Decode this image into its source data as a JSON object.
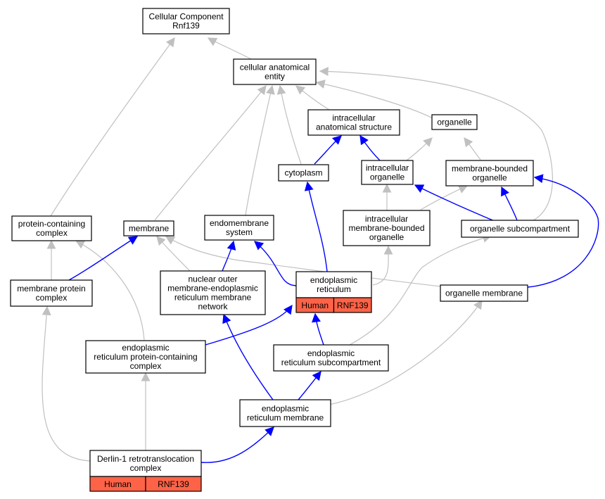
{
  "diagram": {
    "title_lines": [
      "Cellular Component",
      "Rnf139"
    ],
    "colors": {
      "is_a_edge": "#c0c0c0",
      "part_of_edge": "#0000ff",
      "annotation_fill": "#ff6347",
      "node_fill": "#ffffff",
      "node_stroke": "#000000"
    },
    "nodes": [
      {
        "id": "root",
        "lines": [
          "Cellular Component",
          "Rnf139"
        ]
      },
      {
        "id": "cae",
        "lines": [
          "cellular anatomical",
          "entity"
        ]
      },
      {
        "id": "ias",
        "lines": [
          "intracellular",
          "anatomical structure"
        ]
      },
      {
        "id": "organelle",
        "lines": [
          "organelle"
        ]
      },
      {
        "id": "cytoplasm",
        "lines": [
          "cytoplasm"
        ]
      },
      {
        "id": "io",
        "lines": [
          "intracellular",
          "organelle"
        ]
      },
      {
        "id": "mbo",
        "lines": [
          "membrane-bounded",
          "organelle"
        ]
      },
      {
        "id": "pcc",
        "lines": [
          "protein-containing",
          "complex"
        ]
      },
      {
        "id": "membrane",
        "lines": [
          "membrane"
        ]
      },
      {
        "id": "endosys",
        "lines": [
          "endomembrane",
          "system"
        ]
      },
      {
        "id": "imbo",
        "lines": [
          "intracellular",
          "membrane-bounded",
          "organelle"
        ]
      },
      {
        "id": "osub",
        "lines": [
          "organelle subcompartment"
        ]
      },
      {
        "id": "mpc",
        "lines": [
          "membrane protein",
          "complex"
        ]
      },
      {
        "id": "nuclear",
        "lines": [
          "nuclear outer",
          "membrane-endoplasmic",
          "reticulum membrane",
          "network"
        ]
      },
      {
        "id": "er",
        "lines": [
          "endoplasmic",
          "reticulum"
        ],
        "annotations": [
          "Human",
          "RNF139"
        ]
      },
      {
        "id": "orgmem",
        "lines": [
          "organelle membrane"
        ]
      },
      {
        "id": "erpcc",
        "lines": [
          "endoplasmic",
          "reticulum protein-containing",
          "complex"
        ]
      },
      {
        "id": "ersub",
        "lines": [
          "endoplasmic",
          "reticulum subcompartment"
        ]
      },
      {
        "id": "ermem",
        "lines": [
          "endoplasmic",
          "reticulum membrane"
        ]
      },
      {
        "id": "derlin",
        "lines": [
          "Derlin-1 retrotranslocation",
          "complex"
        ],
        "annotations": [
          "Human",
          "RNF139"
        ]
      }
    ]
  }
}
